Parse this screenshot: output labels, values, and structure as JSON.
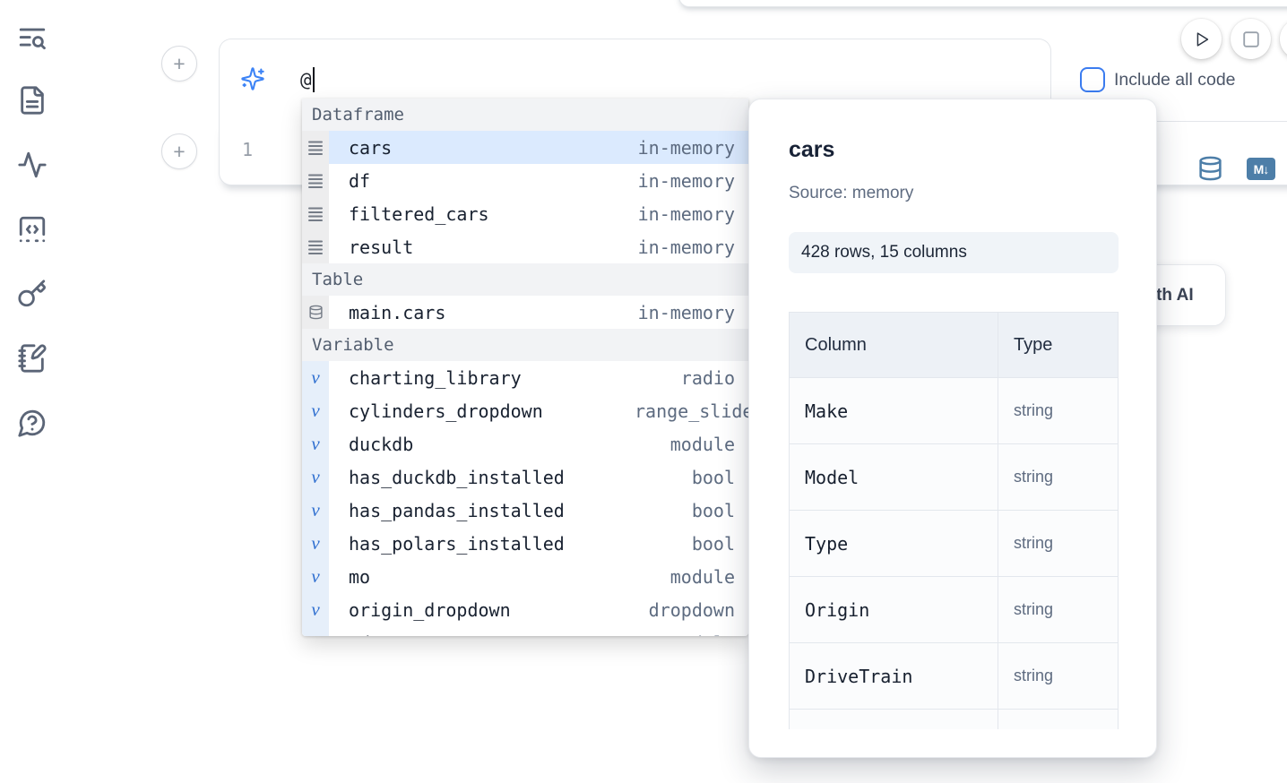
{
  "colors": {
    "accent": "#3b82f6",
    "selection": "#dbeafe",
    "lang_icon": "#4d7ea8",
    "sidebar_icon": "#5b6577"
  },
  "sidebar": {
    "items": [
      {
        "name": "list-search"
      },
      {
        "name": "file-text"
      },
      {
        "name": "activity"
      },
      {
        "name": "code-snippets"
      },
      {
        "name": "key"
      },
      {
        "name": "scratchpad"
      },
      {
        "name": "help"
      }
    ]
  },
  "add_cell": {
    "label": "+"
  },
  "toolbar": {
    "run": "play",
    "stop": "stop"
  },
  "prompt": {
    "value": "@",
    "include_all_code": "Include all code"
  },
  "cell": {
    "line_number": "1",
    "markdown_badge": "M↓"
  },
  "completion": {
    "sections": [
      {
        "label": "Dataframe",
        "kind": "dataframe",
        "items": [
          {
            "name": "cars",
            "type": "in-memory",
            "selected": true
          },
          {
            "name": "df",
            "type": "in-memory"
          },
          {
            "name": "filtered_cars",
            "type": "in-memory"
          },
          {
            "name": "result",
            "type": "in-memory"
          }
        ]
      },
      {
        "label": "Table",
        "kind": "table",
        "items": [
          {
            "name": "main.cars",
            "type": "in-memory"
          }
        ]
      },
      {
        "label": "Variable",
        "kind": "variable",
        "items": [
          {
            "name": "charting_library",
            "type": "radio"
          },
          {
            "name": "cylinders_dropdown",
            "type": "range_slider",
            "overflow": true
          },
          {
            "name": "duckdb",
            "type": "module"
          },
          {
            "name": "has_duckdb_installed",
            "type": "bool"
          },
          {
            "name": "has_pandas_installed",
            "type": "bool"
          },
          {
            "name": "has_polars_installed",
            "type": "bool"
          },
          {
            "name": "mo",
            "type": "module"
          },
          {
            "name": "origin_dropdown",
            "type": "dropdown"
          },
          {
            "name": "pd",
            "type": "module"
          }
        ]
      }
    ]
  },
  "ai_button": {
    "label": "Generate with AI"
  },
  "tooltip": {
    "title": "cars",
    "source": "Source: memory",
    "shape": "428 rows, 15 columns",
    "table": {
      "headers": [
        "Column",
        "Type"
      ],
      "rows": [
        [
          "Make",
          "string"
        ],
        [
          "Model",
          "string"
        ],
        [
          "Type",
          "string"
        ],
        [
          "Origin",
          "string"
        ],
        [
          "DriveTrain",
          "string"
        ]
      ]
    }
  }
}
